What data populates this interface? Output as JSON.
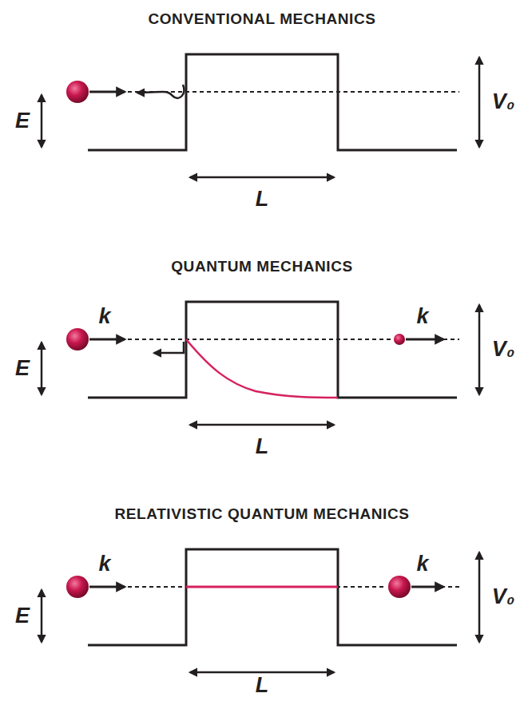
{
  "diagram": {
    "labels": [
      "CONVENTIONAL MECHANICS",
      "E",
      "V₀",
      "L",
      "QUANTUM MECHANICS",
      "k",
      "k",
      "E",
      "V₀",
      "L",
      "RELATIVISTIC QUANTUM MECHANICS",
      "k",
      "k",
      "E",
      "V₀",
      "L"
    ]
  }
}
